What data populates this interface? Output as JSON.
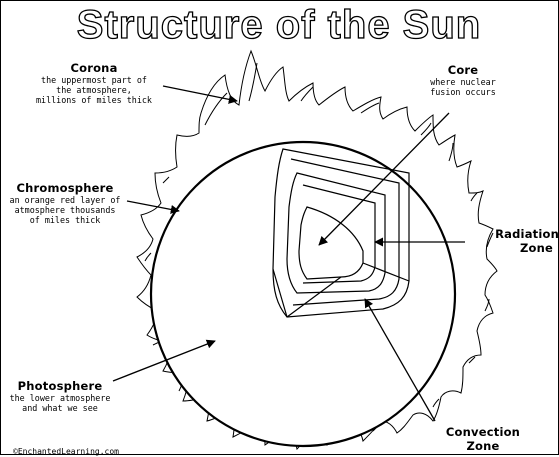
{
  "title": "Structure of the Sun",
  "labels": {
    "corona": {
      "name": "Corona",
      "desc": [
        "the uppermost part of",
        "the atmosphere,",
        "millions of miles thick"
      ]
    },
    "core": {
      "name": "Core",
      "desc": [
        "where nuclear",
        "fusion occurs"
      ]
    },
    "chromosphere": {
      "name": "Chromosphere",
      "desc": [
        "an orange red layer of",
        "atmosphere thousands",
        "of miles thick"
      ]
    },
    "radiation": {
      "name": [
        "Radiation",
        "Zone"
      ]
    },
    "photosphere": {
      "name": "Photosphere",
      "desc": [
        "the lower atmosphere",
        "and what we see"
      ]
    },
    "convection": {
      "name": [
        "Convection",
        "Zone"
      ]
    }
  },
  "copyright": "©EnchantedLearning.com"
}
